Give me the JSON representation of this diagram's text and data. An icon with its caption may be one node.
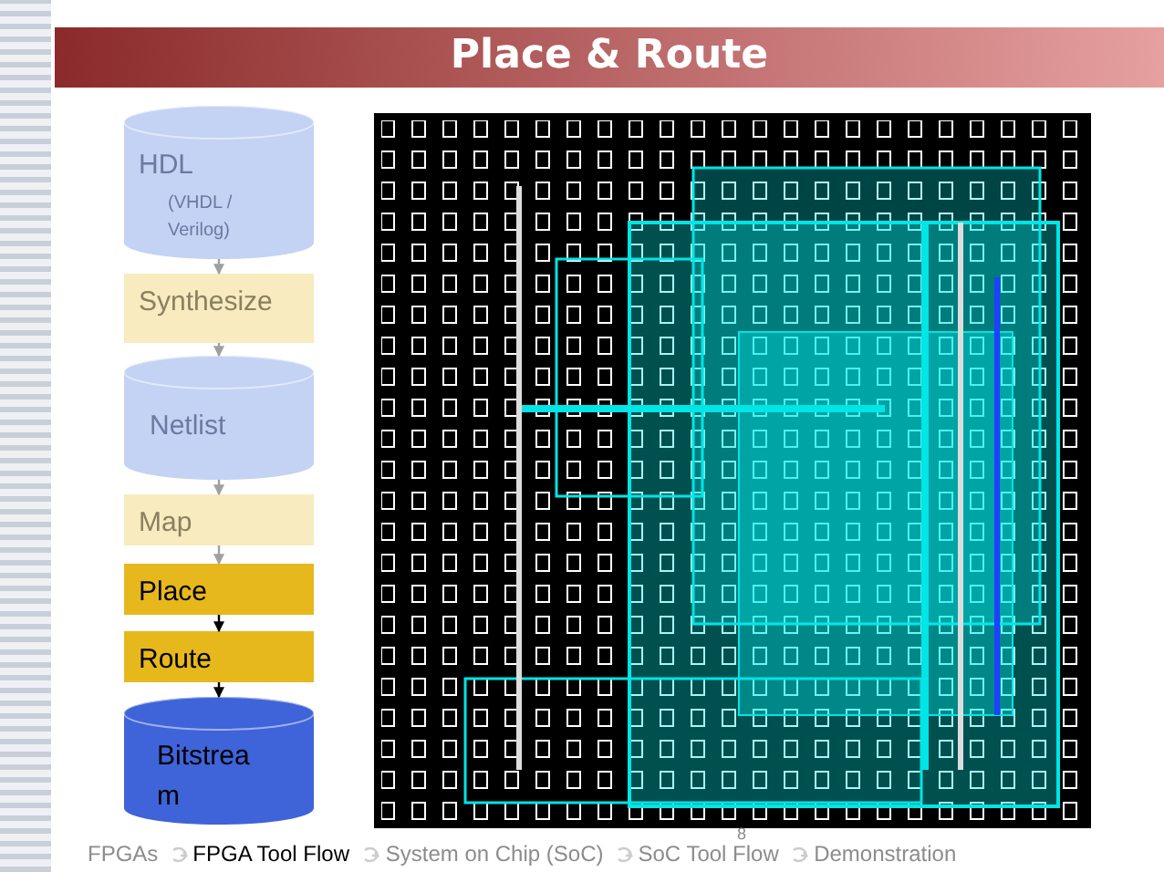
{
  "diagram": {
    "title": "Place & Route",
    "nodes": [
      {
        "text": [
          "HDL",
          "(VHDL / Verilog)"
        ]
      },
      {
        "text": [
          "Synthesize"
        ]
      },
      {
        "text": [
          "Netlist"
        ]
      },
      {
        "text": [
          "Map"
        ]
      },
      {
        "text": [
          "Place"
        ]
      },
      {
        "text": [
          "Route"
        ]
      },
      {
        "text": [
          "Bitstrea m"
        ]
      }
    ],
    "edges": [
      {
        "from": 0,
        "to": 1,
        "arrow": "to",
        "color": "#a0a0a0"
      },
      {
        "from": 1,
        "to": 2,
        "arrow": "to",
        "color": "#a0a0a0"
      },
      {
        "from": 2,
        "to": 3,
        "arrow": "to",
        "color": "#a0a0a0"
      },
      {
        "from": 3,
        "to": 4,
        "arrow": "to",
        "color": "#a0a0a0"
      },
      {
        "from": 4,
        "to": 5,
        "arrow": "to",
        "color": "#000000"
      },
      {
        "from": 5,
        "to": 6,
        "arrow": "to",
        "color": "#000000"
      }
    ],
    "labels": [
      "8",
      "FPGAs",
      "FPGA Tool Flow",
      "System on Chip (SoC)",
      "SoC Tool Flow",
      "Demonstration"
    ]
  }
}
